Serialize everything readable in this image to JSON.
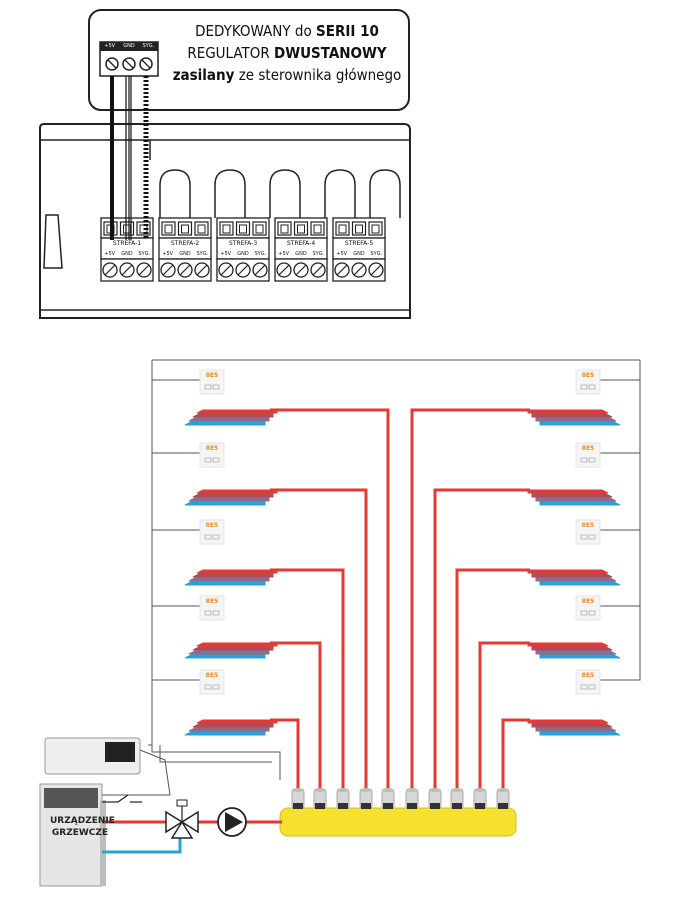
{
  "callout": {
    "line1_prefix": "DEDYKOWANY do ",
    "line1_bold": "SERII 10",
    "line2_prefix": "REGULATOR ",
    "line2_bold": "DWUSTANOWY",
    "line3_bold": "zasilany",
    "line3_suffix": " ze sterownika głównego"
  },
  "regulator_terminals": [
    "+5V",
    "GND",
    "SYG."
  ],
  "controller": {
    "zones": [
      {
        "name": "STREFA-1",
        "pins": [
          "+5V",
          "GND",
          "SYG."
        ]
      },
      {
        "name": "STREFA-2",
        "pins": [
          "+5V",
          "GND",
          "SYG."
        ]
      },
      {
        "name": "STREFA-3",
        "pins": [
          "+5V",
          "GND",
          "SYG."
        ]
      },
      {
        "name": "STREFA-4",
        "pins": [
          "+5V",
          "GND",
          "SYG."
        ]
      },
      {
        "name": "STREFA-5",
        "pins": [
          "+5V",
          "GND",
          "SYG."
        ]
      }
    ]
  },
  "thermostat_label": "8E5",
  "heater": {
    "label_line1": "URZĄDZENIE",
    "label_line2": "GRZEWCZE"
  },
  "colors": {
    "supply": "#e53935",
    "return": "#29a3d6",
    "manifold": "#f5e12e",
    "thermostat_accent": "#f08a1c"
  }
}
